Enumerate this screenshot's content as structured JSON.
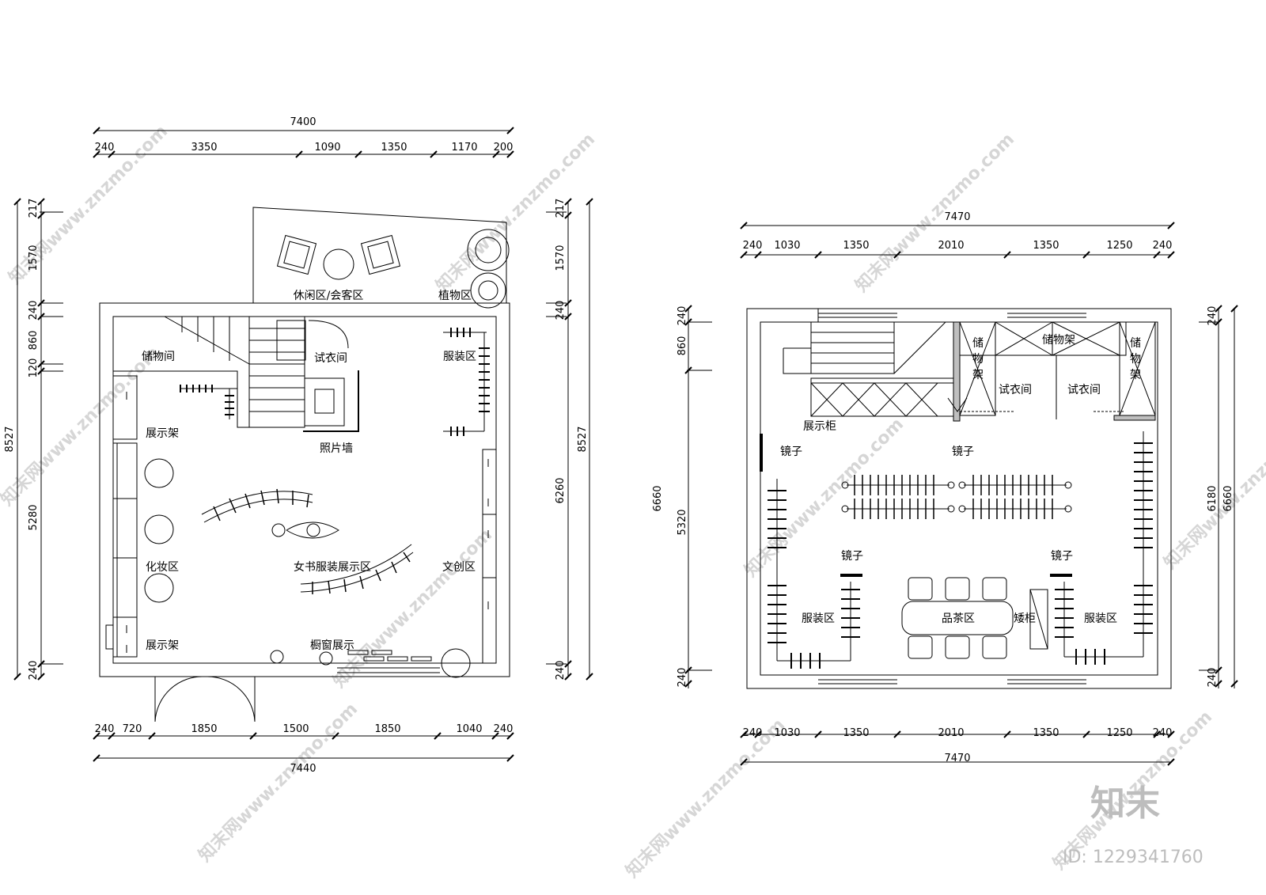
{
  "left_plan": {
    "top_total": "7400",
    "top_segments": [
      "240",
      "3350",
      "1090",
      "1350",
      "1170",
      "200"
    ],
    "bottom_total": "7440",
    "bottom_segments": [
      "240",
      "720",
      "1850",
      "1500",
      "1850",
      "1040",
      "240"
    ],
    "left_total": "8527",
    "left_segments": [
      "217",
      "1570",
      "240",
      "860",
      "120",
      "5280",
      "240"
    ],
    "right_total": "8527",
    "right_segments": [
      "217",
      "1570",
      "240",
      "6260",
      "240"
    ],
    "rooms": {
      "lounge": "休闲区/会客区",
      "plants": "植物区",
      "storage": "储物间",
      "fitting": "试衣间",
      "clothing": "服装区",
      "display_top": "展示架",
      "photo_wall": "照片墙",
      "makeup": "化妆区",
      "main_display": "女书服装展示区",
      "creative": "文创区",
      "display_bottom": "展示架",
      "window": "橱窗展示"
    }
  },
  "right_plan": {
    "top_total": "7470",
    "top_segments": [
      "240",
      "1030",
      "1350",
      "2010",
      "1350",
      "1250",
      "240"
    ],
    "bottom_total": "7470",
    "bottom_segments": [
      "240",
      "1030",
      "1350",
      "2010",
      "1350",
      "1250",
      "240"
    ],
    "left_total": "6660",
    "left_segments": [
      "240",
      "860",
      "5320",
      "240"
    ],
    "right_total": "6660",
    "right_inner": "6180",
    "right_segments": [
      "240",
      "240"
    ],
    "rooms": {
      "storage_rack": "储物架",
      "storage_rack_left": "储物架",
      "storage_rack_right": "储物架",
      "fitting_1": "试衣间",
      "fitting_2": "试衣间",
      "display_cabinet": "展示柜",
      "mirror_1": "镜子",
      "mirror_2": "镜子",
      "mirror_3": "镜子",
      "mirror_4": "镜子",
      "clothing_left": "服装区",
      "tea": "品茶区",
      "low_cabinet": "矮柜",
      "clothing_right": "服装区"
    }
  },
  "watermark": {
    "text": "知末网www.znzmo.com",
    "brand": "知末",
    "id": "ID: 1229341760"
  }
}
